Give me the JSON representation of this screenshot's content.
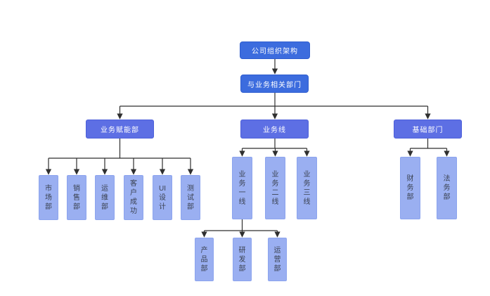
{
  "org_chart": {
    "root": "公司组织架构",
    "parent_node": "与业务相关部门",
    "branches": [
      {
        "head": "业务赋能部",
        "children": [
          "市场部",
          "销售部",
          "运维部",
          "客户成功",
          "UI设计",
          "测试部"
        ]
      },
      {
        "head": "业务线",
        "children": [
          "业务一线",
          "业务二线",
          "业务三线"
        ],
        "grandchildren_of_first_child": [
          "产品部",
          "研发部",
          "运营部"
        ]
      },
      {
        "head": "基础部门",
        "children": [
          "财务部",
          "法务部"
        ]
      }
    ]
  },
  "colors": {
    "canvas_bg": "#ffffff",
    "root_fill": "#3c6cde",
    "root_border": "#2f5ecf",
    "head_fill": "#5d6fe4",
    "head_border": "#4c5fd9",
    "leaf_fill": "#9aaff1",
    "leaf_border": "#8ca4ee",
    "leaf_text": "#3a4150",
    "box_text": "#ffffff",
    "connector": "#2f2f2f"
  }
}
